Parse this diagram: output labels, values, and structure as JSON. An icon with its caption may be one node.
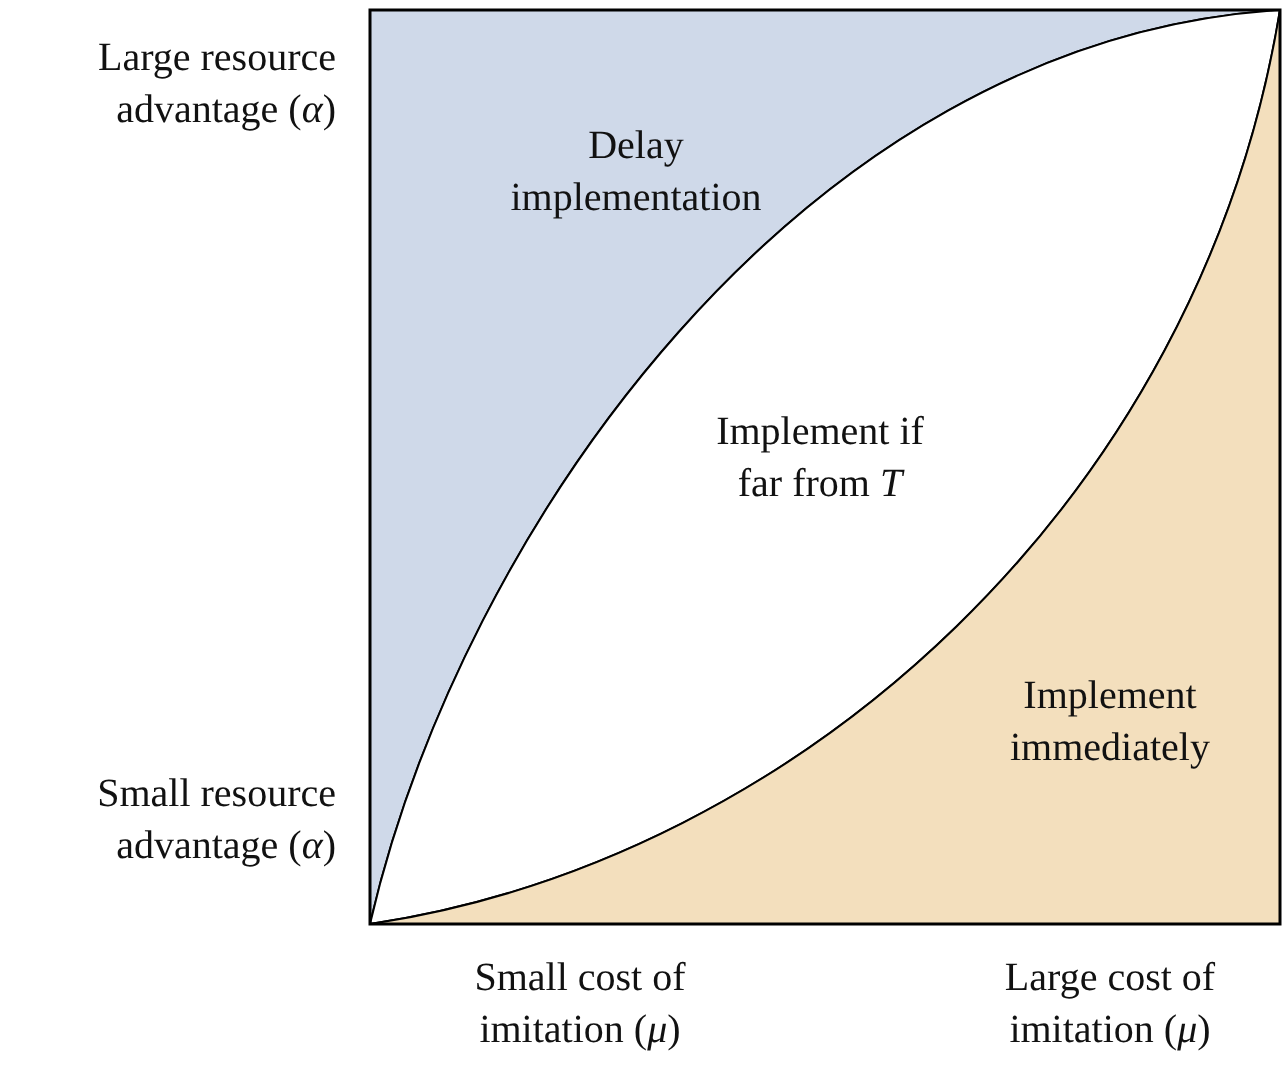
{
  "diagram": {
    "nodes": [
      {
        "text": [
          "Delay implementation"
        ]
      },
      {
        "text": [
          "Implement if far from *T*"
        ]
      },
      {
        "text": [
          "Implement immediately"
        ]
      }
    ],
    "labels": [
      "Large resource advantage (*α*)",
      "Small resource advantage (*α*)",
      "Small cost of imitation (*μ*)",
      "Large cost of imitation (*μ*)"
    ]
  }
}
